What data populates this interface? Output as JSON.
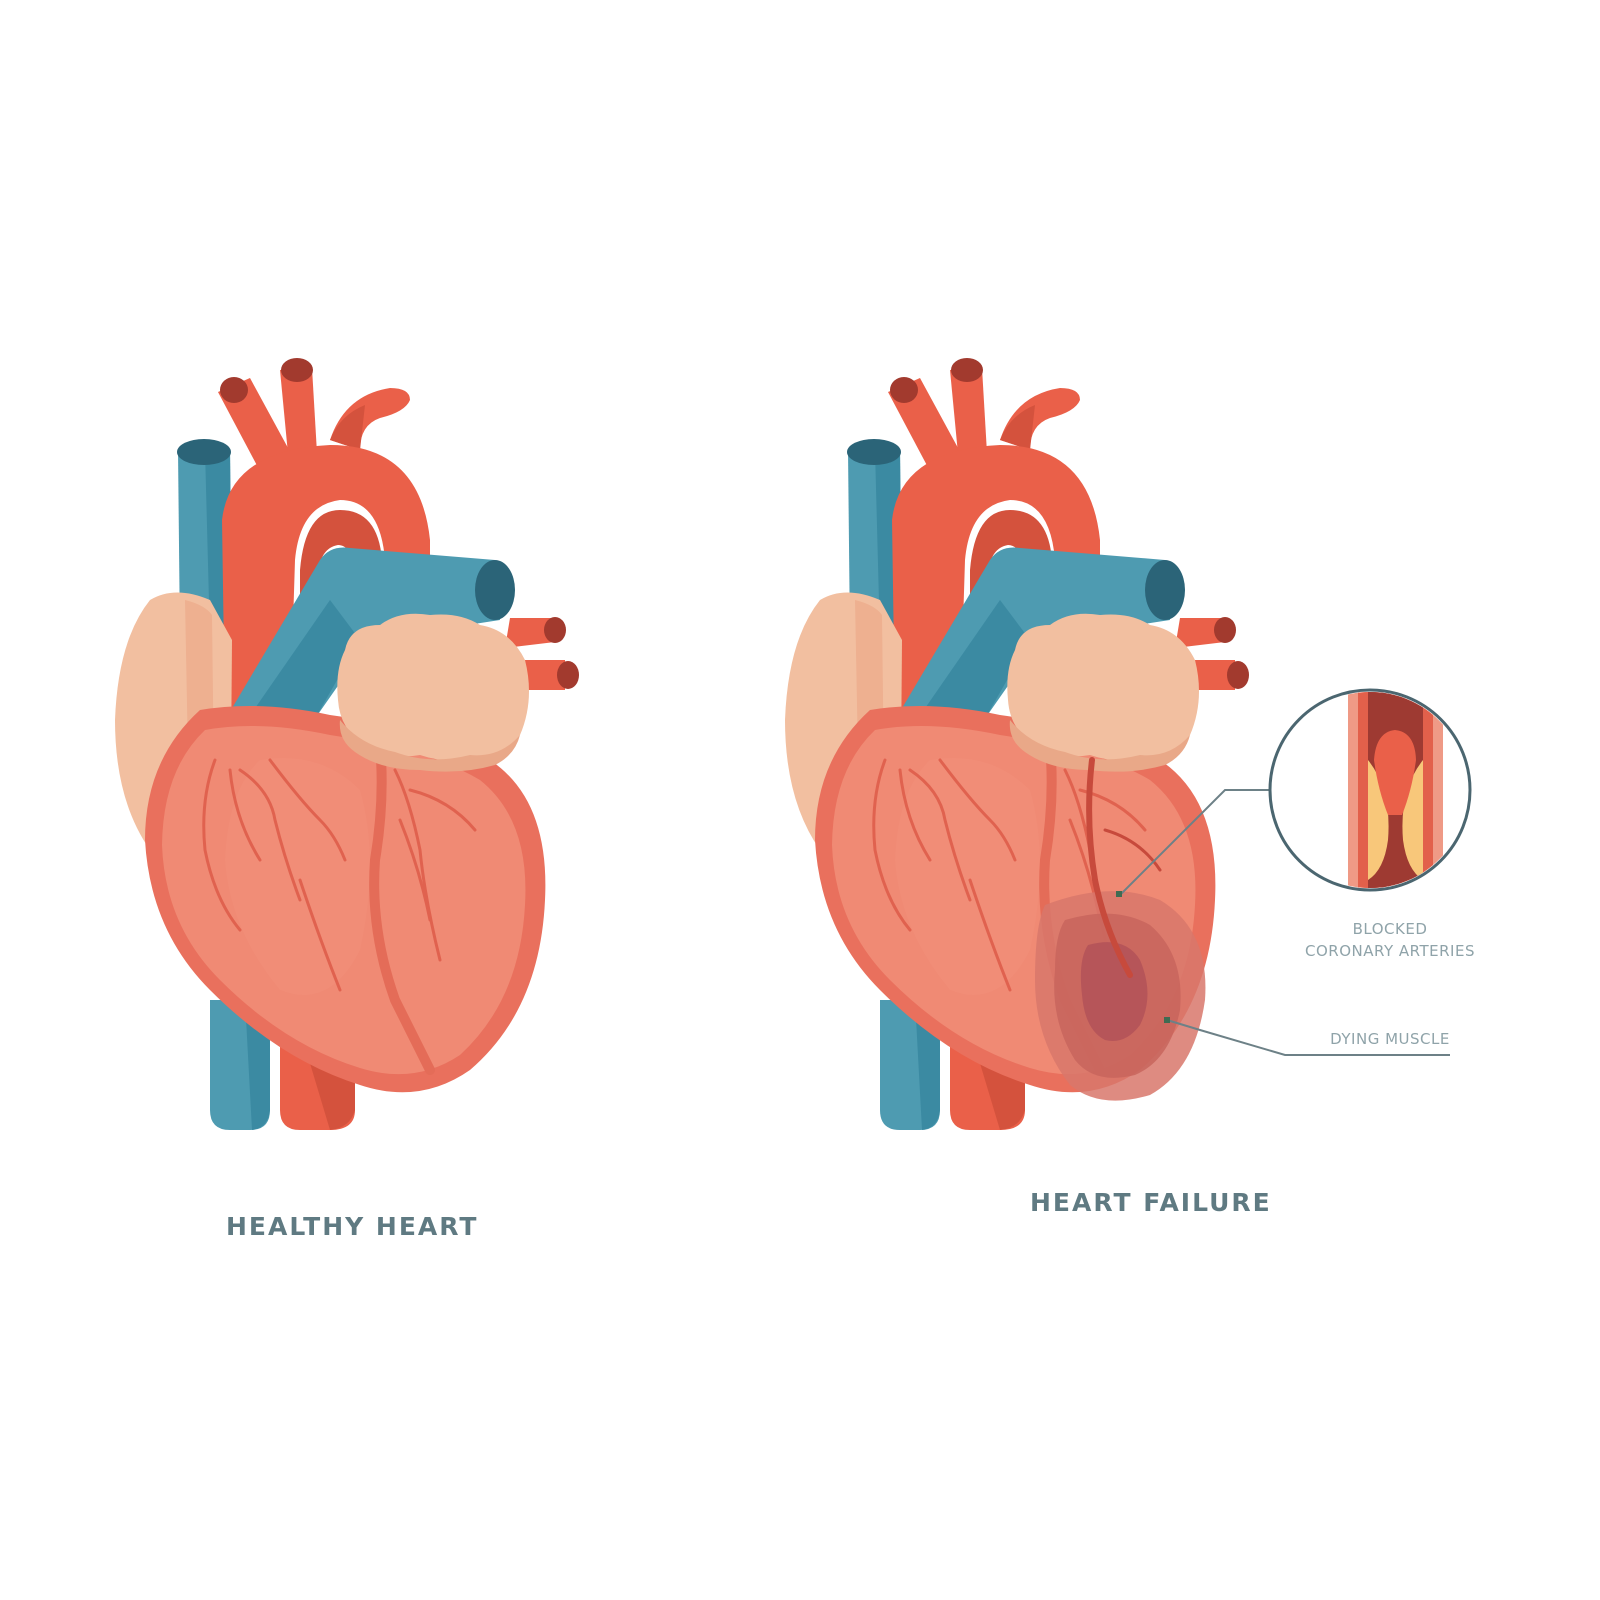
{
  "captions": {
    "healthy": "HEALTHY HEART",
    "failure": "HEART FAILURE"
  },
  "callouts": {
    "blocked_line1": "BLOCKED",
    "blocked_line2": "CORONARY ARTERIES",
    "dying": "DYING MUSCLE"
  },
  "colors": {
    "artery_red": "#ea6049",
    "artery_dark": "#d4523d",
    "vessel_opening": "#a23a2e",
    "vein_blue": "#4e9bb1",
    "vein_dark": "#2f7e95",
    "vein_opening": "#2b6478",
    "atrium_peach": "#f2bfa0",
    "muscle_outer": "#e9705d",
    "muscle_inner": "#f08a74",
    "infarct_outer": "#d8776b",
    "infarct_mid": "#c8655d",
    "infarct_core": "#b65559",
    "plaque_yellow": "#f8c77a",
    "caption_gray": "#5f7a82",
    "label_gray": "#8fa3a9"
  }
}
